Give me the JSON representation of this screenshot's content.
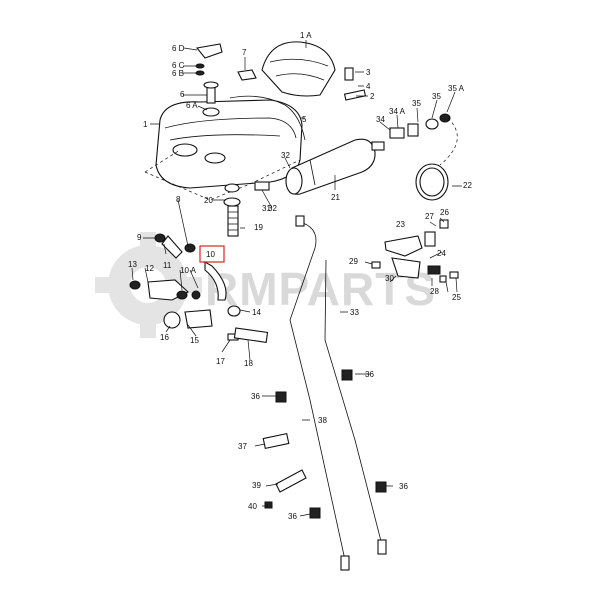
{
  "watermark": {
    "text": "RMPARTS"
  },
  "highlight": {
    "label": "10",
    "color": "#dd2222"
  },
  "labels": {
    "l1A": "1 A",
    "l1": "1",
    "l2": "2",
    "l3": "3",
    "l4": "4",
    "l5": "5",
    "l6D": "6 D",
    "l6C": "6 C",
    "l6B": "6 B",
    "l6": "6",
    "l6A": "6 A",
    "l7": "7",
    "l8": "8",
    "l9": "9",
    "l10": "10",
    "l10A": "10 A",
    "l11": "11",
    "l12": "12",
    "l13": "13",
    "l14": "14",
    "l15": "15",
    "l16": "16",
    "l17": "17",
    "l18": "18",
    "l19": "19",
    "l20": "20",
    "l21": "21",
    "l22": "22",
    "l23": "23",
    "l24": "24",
    "l25": "25",
    "l26": "26",
    "l27": "27",
    "l28": "28",
    "l29": "29",
    "l30": "30",
    "l31": "31",
    "l32a": "32",
    "l32b": "32",
    "l33": "33",
    "l34": "34",
    "l34A": "34 A",
    "l35a": "35",
    "l35b": "35",
    "l35A": "35 A",
    "l36a": "36",
    "l36b": "36",
    "l36c": "36",
    "l36d": "36",
    "l37": "37",
    "l38": "38",
    "l39": "39",
    "l40": "40"
  }
}
